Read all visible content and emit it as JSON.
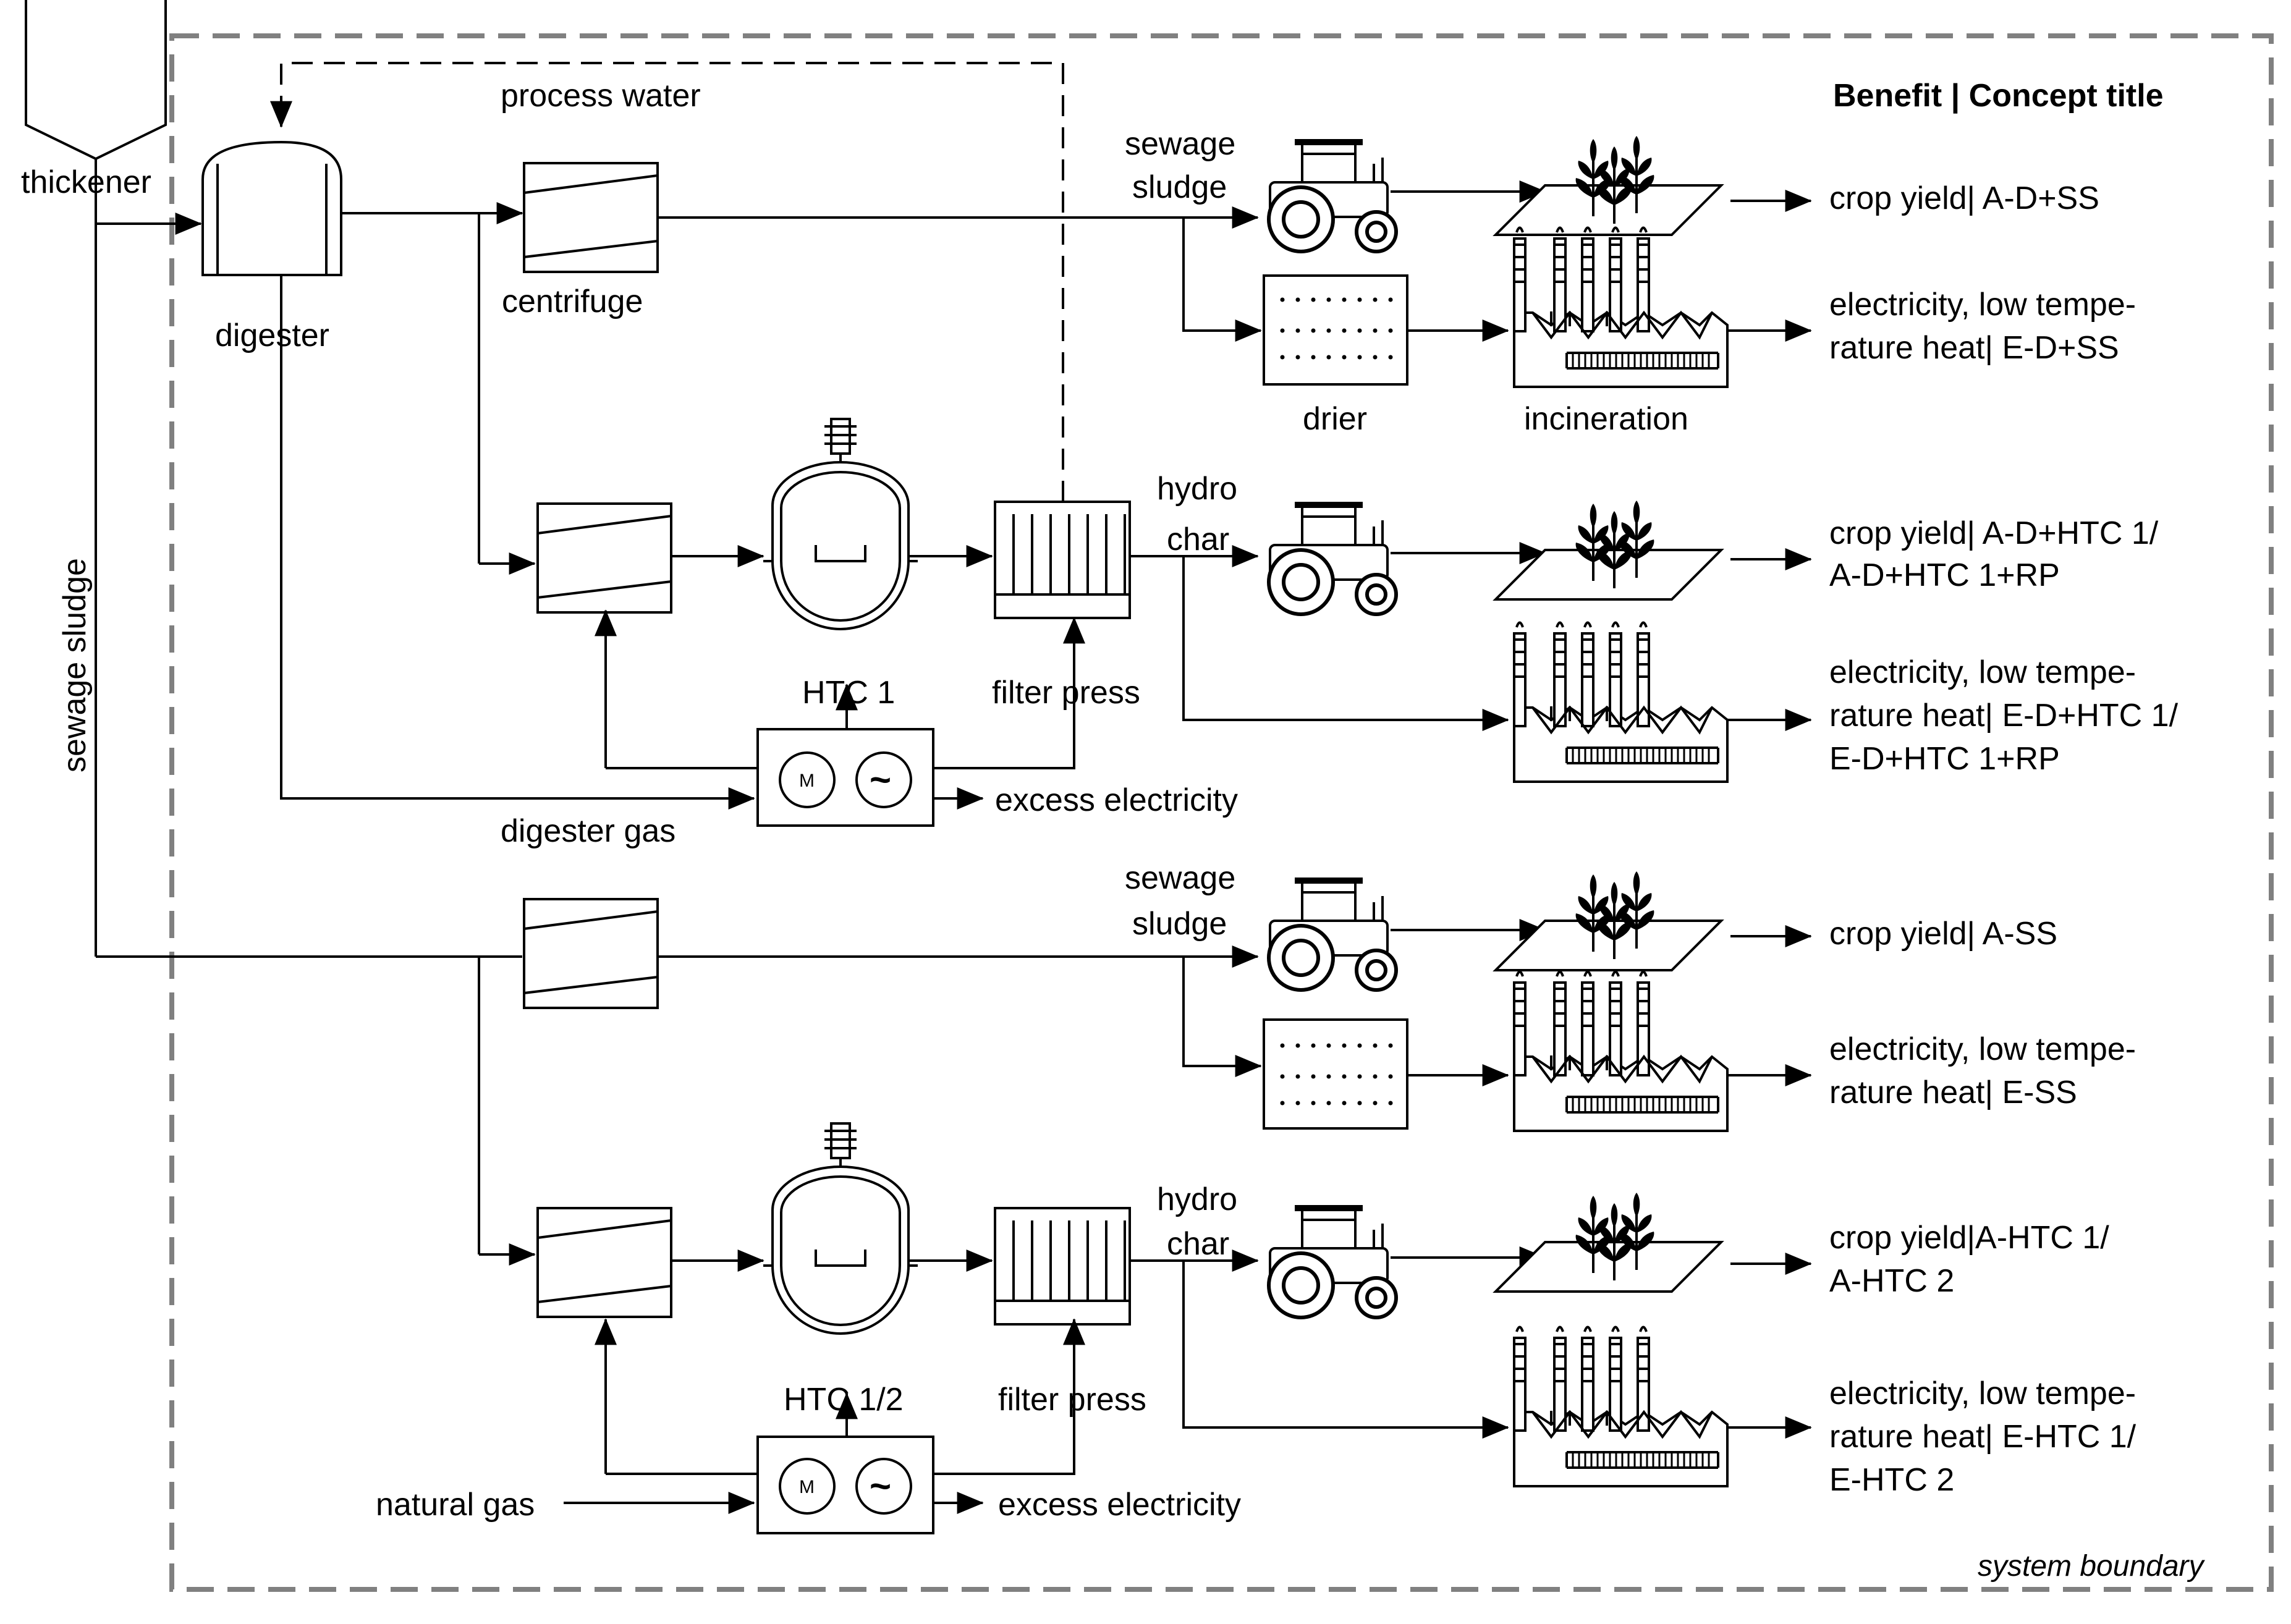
{
  "header": {
    "title": "Benefit | Concept title"
  },
  "boundary_label": "system boundary",
  "units": {
    "thickener": "thickener",
    "digester": "digester",
    "centrifuge": "centrifuge",
    "drier": "drier",
    "incineration": "incineration",
    "htc1": "HTC 1",
    "htc12": "HTC 1/2",
    "filter_press_top": "filter press",
    "filter_press_bottom": "filter press",
    "chp_motor_glyph": "M",
    "chp_generator_glyph": "~"
  },
  "streams": {
    "process_water": "process water",
    "sewage_sludge_vertical": "sewage sludge",
    "sewage_sludge_top": [
      "sewage",
      "sludge"
    ],
    "sewage_sludge_mid": [
      "sewage",
      "sludge"
    ],
    "hydrochar_top": [
      "hydro",
      "char"
    ],
    "hydrochar_bottom": [
      "hydro",
      "char"
    ],
    "digester_gas": "digester gas",
    "natural_gas": "natural gas",
    "excess_electricity_top": "excess electricity",
    "excess_electricity_bottom": "excess electricity"
  },
  "outcomes": [
    {
      "lines": [
        "crop yield| A-D+SS"
      ]
    },
    {
      "lines": [
        "electricity, low tempe-",
        "rature heat| E-D+SS"
      ]
    },
    {
      "lines": [
        "crop yield| A-D+HTC 1/",
        "A-D+HTC 1+RP"
      ]
    },
    {
      "lines": [
        "electricity, low tempe-",
        "rature heat| E-D+HTC 1/",
        "E-D+HTC 1+RP"
      ]
    },
    {
      "lines": [
        "crop yield| A-SS"
      ]
    },
    {
      "lines": [
        "electricity, low tempe-",
        "rature heat| E-SS"
      ]
    },
    {
      "lines": [
        "crop yield|A-HTC 1/",
        "A-HTC 2"
      ]
    },
    {
      "lines": [
        "electricity, low tempe-",
        "rature heat| E-HTC 1/",
        "E-HTC 2"
      ]
    }
  ],
  "icons": {
    "tractor": "tractor-icon",
    "field": "crop-field-icon",
    "plant": "plant-icon",
    "factory": "incineration-plant-icon",
    "reactor": "htc-reactor-icon",
    "centrifuge": "centrifuge-icon",
    "filter_press": "filter-press-icon",
    "chp": "chp-unit-icon",
    "drier": "drier-icon"
  }
}
